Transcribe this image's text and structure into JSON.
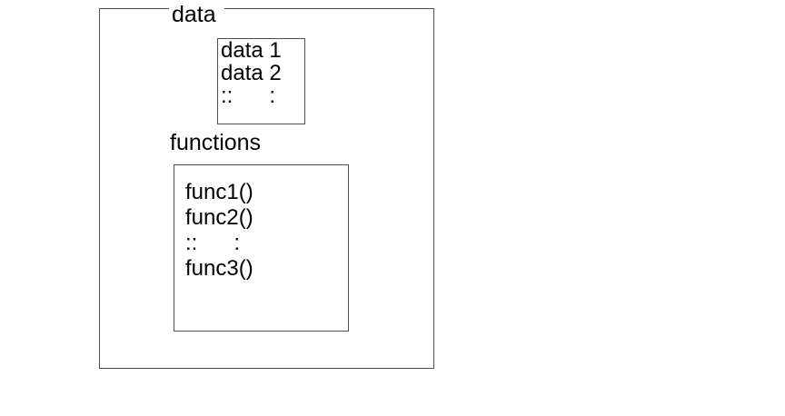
{
  "colors": {
    "background": "#ffffff",
    "border": "#4f4f4f",
    "text": "#000000"
  },
  "diagram": {
    "data_section": {
      "label": "data",
      "box_lines": [
        "data 1",
        "data 2",
        "::      :"
      ]
    },
    "functions_section": {
      "label": "functions",
      "box_lines": [
        "func1()",
        "func2()",
        "::      :",
        "func3()"
      ]
    }
  }
}
